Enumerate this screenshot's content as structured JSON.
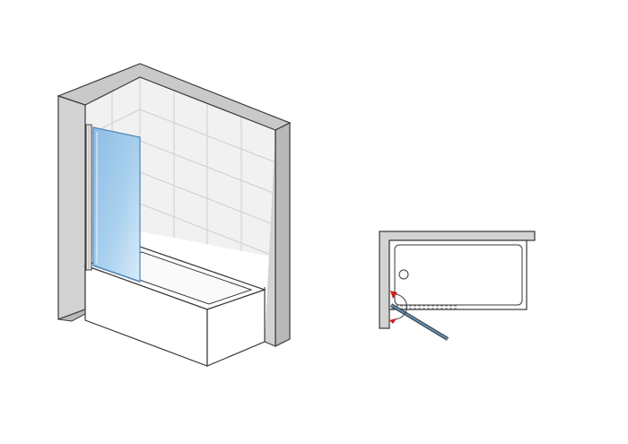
{
  "diagram": {
    "views": [
      {
        "id": "iso-view",
        "kind": "isometric"
      },
      {
        "id": "plan-view",
        "kind": "top-down plan"
      }
    ],
    "colors": {
      "background": "#ffffff",
      "wall_front": "#d3d3d3",
      "wall_side": "#b9b9b9",
      "wall_top": "#c9c9c9",
      "wall_stroke": "#3a3a3a",
      "tile_surface": "#f1f1f1",
      "tile_grid": "#cfcfcf",
      "tub_white": "#ffffff",
      "tub_stroke": "#3a3a3a",
      "glass_fill": "#9ec8ea",
      "glass_light": "#cfe6f7",
      "glass_edge": "#4f86b8",
      "profile": "#ececec",
      "swing_arrow": "#d21a1a",
      "plan_door": "#5f8fb5"
    },
    "icons": [
      "shower-screen",
      "bathtub",
      "drain",
      "swing-arrow"
    ]
  }
}
